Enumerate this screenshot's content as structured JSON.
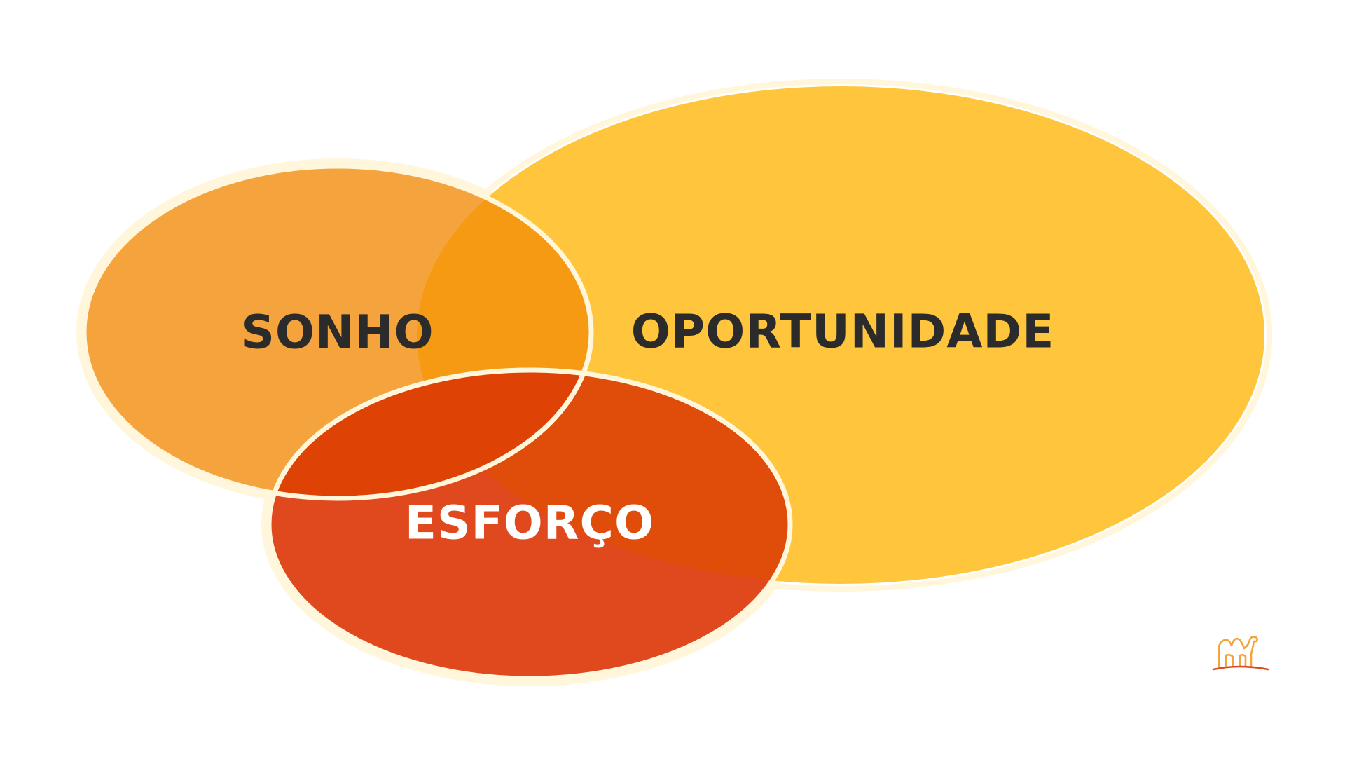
{
  "diagram": {
    "type": "venn",
    "sets": [
      {
        "id": "oportunidade",
        "label": "OPORTUNIDADE",
        "fill": "#FFC63D",
        "text_color": "#2B2B2B"
      },
      {
        "id": "sonho",
        "label": "SONHO",
        "fill": "#F5A33C",
        "text_color": "#2B2B2B"
      },
      {
        "id": "esforco",
        "label": "ESFORÇO",
        "fill": "#E0481E",
        "text_color": "#FFFFFF"
      }
    ],
    "overlaps": {
      "sonho_oportunidade": "#F59A12",
      "sonho_esforco": "#DF4205",
      "oportunidade_esforco": "#E04C0A"
    },
    "outline_color": "#FFF6DC"
  },
  "logo": {
    "icon": "camel-icon",
    "colors": [
      "#F5A33C",
      "#E0481E"
    ]
  }
}
